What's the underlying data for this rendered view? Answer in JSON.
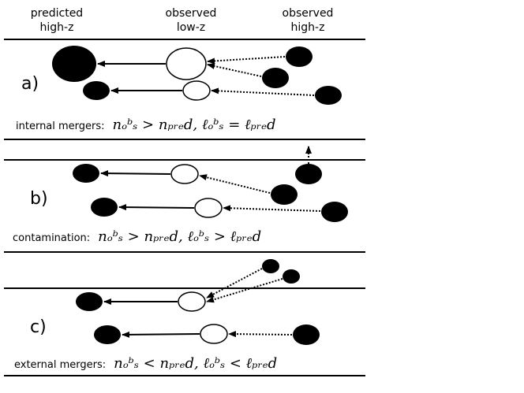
{
  "headers": {
    "predicted": [
      "predicted",
      "high-z"
    ],
    "observed_low": [
      "observed",
      "low-z"
    ],
    "observed_high": [
      "observed",
      "high-z"
    ]
  },
  "panels": [
    {
      "label": "a)",
      "caption": "internal mergers:",
      "formula": "nₒᵇₛ > nₚᵣₑd, ℓₒᵇₛ = ℓₚᵣₑd"
    },
    {
      "label": "b)",
      "caption": "contamination:",
      "formula": "nₒᵇₛ > nₚᵣₑd, ℓₒᵇₛ > ℓₚᵣₑd"
    },
    {
      "label": "c)",
      "caption": "external mergers:",
      "formula": "nₒᵇₛ < nₚᵣₑd, ℓₒᵇₛ < ℓₚᵣₑd"
    }
  ],
  "colors": {
    "ink": "#000000",
    "background": "#ffffff"
  }
}
